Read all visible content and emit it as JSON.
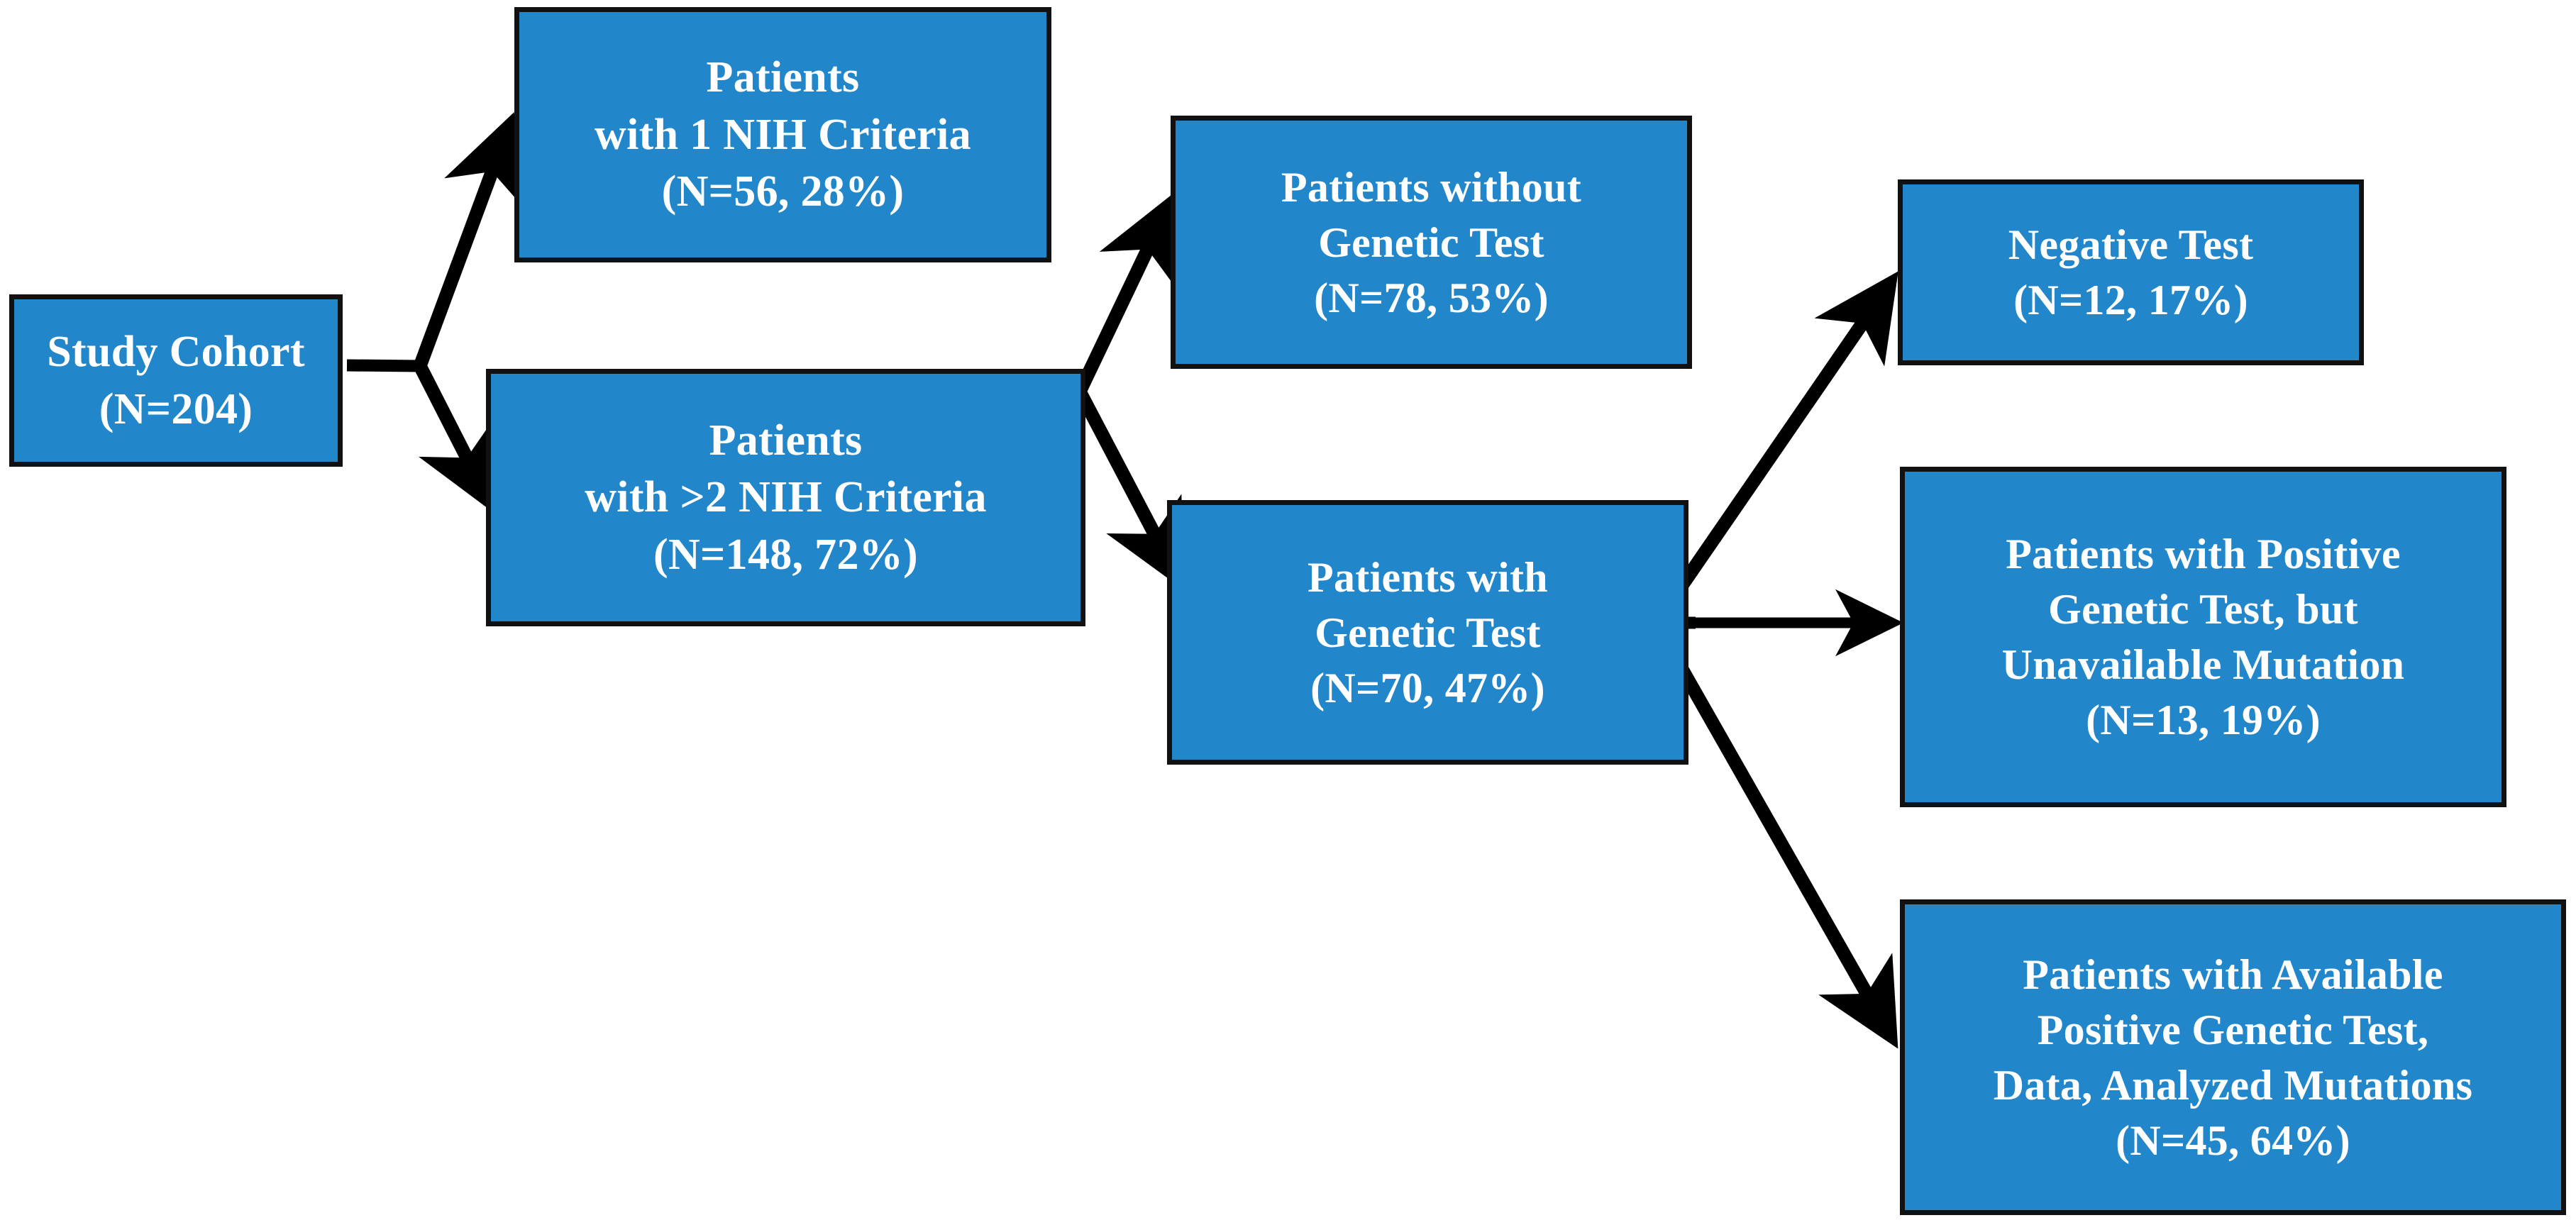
{
  "figure": {
    "type": "flowchart",
    "orientation": "left-to-right",
    "background_color": "#FFFFFF",
    "node_fill_color": "#2286CB",
    "node_border_color": "#111111",
    "node_text_color": "#FFFFFF",
    "arrow_color": "#000000"
  },
  "nodes": [
    {
      "id": "study-cohort",
      "lines": [
        "Study Cohort",
        "(N=204)"
      ],
      "n": 204,
      "percent": null
    },
    {
      "id": "one-nih",
      "lines": [
        "Patients",
        "with 1 NIH Criteria",
        "(N=56, 28%)"
      ],
      "n": 56,
      "percent": 28
    },
    {
      "id": "two-nih",
      "lines": [
        "Patients",
        "with >2 NIH Criteria",
        "(N=148, 72%)"
      ],
      "n": 148,
      "percent": 72
    },
    {
      "id": "without-test",
      "lines": [
        "Patients without",
        "Genetic Test",
        "(N=78, 53%)"
      ],
      "n": 78,
      "percent": 53
    },
    {
      "id": "with-test",
      "lines": [
        "Patients with",
        "Genetic Test",
        "(N=70, 47%)"
      ],
      "n": 70,
      "percent": 47
    },
    {
      "id": "negative-test",
      "lines": [
        "Negative Test",
        "(N=12, 17%)"
      ],
      "n": 12,
      "percent": 17
    },
    {
      "id": "positive-unavailable",
      "lines": [
        "Patients with Positive",
        "Genetic Test, but",
        "Unavailable Mutation",
        "(N=13, 19%)"
      ],
      "n": 13,
      "percent": 19
    },
    {
      "id": "positive-analyzed",
      "lines": [
        "Patients with Available",
        "Positive Genetic Test,",
        "Data, Analyzed Mutations",
        "(N=45, 64%)"
      ],
      "n": 45,
      "percent": 64
    }
  ],
  "edges": [
    {
      "from": "study-cohort",
      "to": "one-nih"
    },
    {
      "from": "study-cohort",
      "to": "two-nih"
    },
    {
      "from": "two-nih",
      "to": "without-test"
    },
    {
      "from": "two-nih",
      "to": "with-test"
    },
    {
      "from": "with-test",
      "to": "negative-test"
    },
    {
      "from": "with-test",
      "to": "positive-unavailable"
    },
    {
      "from": "with-test",
      "to": "positive-analyzed"
    }
  ]
}
